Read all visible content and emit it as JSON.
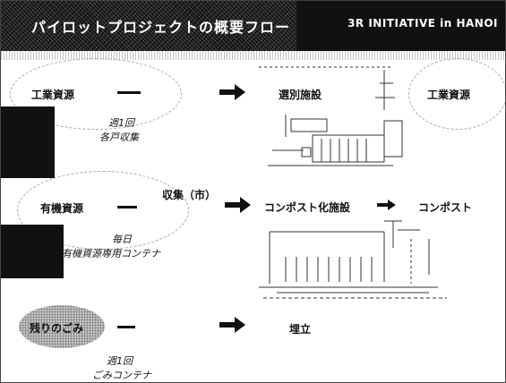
{
  "header": {
    "title": "パイロットプロジェクトの概要フロー",
    "subtitle": "3R INITIATIVE in HANOI"
  },
  "rows": [
    {
      "source": "工業資源",
      "note_line1": "週1回",
      "note_line2": "各戸収集",
      "facility": "選別施設",
      "product": "工業資源"
    },
    {
      "source": "有機資源",
      "collector": "収集（市）",
      "note_line1": "毎日",
      "note_line2": "有機資源専用コンテナ",
      "facility": "コンポスト化施設",
      "product": "コンポスト"
    },
    {
      "source": "残りのごみ",
      "note_line1": "週1回",
      "note_line2": "ごみコンテナ",
      "facility": "埋立"
    }
  ],
  "colors": {
    "header_bg": "#111111",
    "ink": "#111111"
  }
}
